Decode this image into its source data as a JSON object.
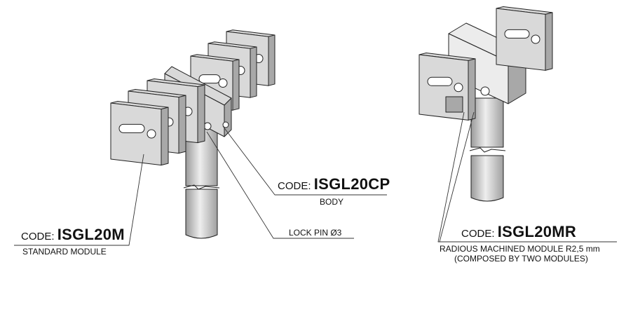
{
  "labels": {
    "standard_module": {
      "prefix": "CODE:",
      "code": "ISGL20M",
      "description": "STANDARD MODULE"
    },
    "body": {
      "prefix": "CODE:",
      "code": "ISGL20CP",
      "description": "BODY"
    },
    "lock_pin": {
      "description": "LOCK PIN Ø3"
    },
    "radius_module": {
      "prefix": "CODE:",
      "code": "ISGL20MR",
      "description": "RADIOUS MACHINED MODULE R2,5 mm",
      "note": "(COMPOSED BY TWO MODULES)"
    }
  },
  "colors": {
    "part_fill": "#d9d9d9",
    "part_dark": "#a8a8a8",
    "outline": "#222222"
  }
}
